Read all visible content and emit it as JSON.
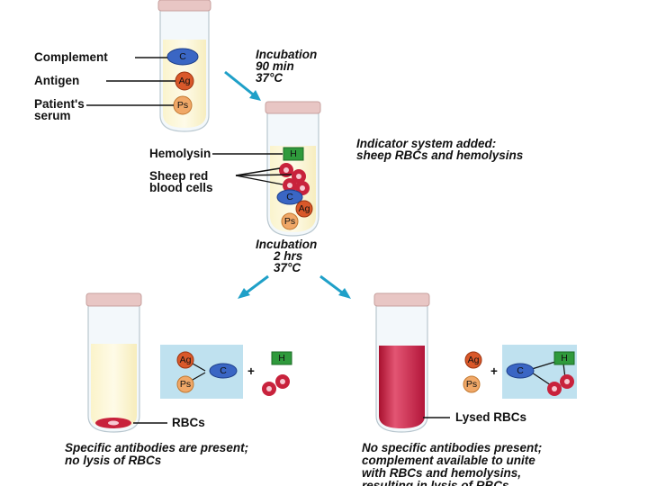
{
  "labels": {
    "complement": "Complement",
    "antigen": "Antigen",
    "patient_serum_1": "Patient's",
    "patient_serum_2": "serum",
    "hemolysin": "Hemolysin",
    "sheep_rbc_1": "Sheep red",
    "sheep_rbc_2": "blood cells",
    "rbcs": "RBCs",
    "lysed_rbcs": "Lysed RBCs"
  },
  "incubation1": {
    "line1": "Incubation",
    "line2": "90 min",
    "line3": "37°C"
  },
  "incubation2": {
    "line1": "Incubation",
    "line2": "2 hrs",
    "line3": "37°C"
  },
  "indicator": {
    "line1": "Indicator system added:",
    "line2": "sheep RBCs and hemolysins"
  },
  "molecules": {
    "complement": "C",
    "antigen": "Ag",
    "serum": "Ps",
    "hemolysin": "H"
  },
  "operators": {
    "plus": "+"
  },
  "result_left": {
    "line1": "Specific antibodies are present;",
    "line2": "no lysis of RBCs"
  },
  "result_right": {
    "line1": "No specific antibodies present;",
    "line2": "complement available to unite",
    "line3": "with RBCs and hemolysins,",
    "line4": "resulting in lysis of RBCs"
  },
  "colors": {
    "complement": "#3a66c4",
    "antigen": "#d9582a",
    "serum": "#f0a868",
    "hemolysin": "#2f9a3c",
    "rbc": "#c8223c",
    "lysed": "#c41e44",
    "arrow": "#1fa0c8",
    "complex_box": "#bfe1ef"
  }
}
